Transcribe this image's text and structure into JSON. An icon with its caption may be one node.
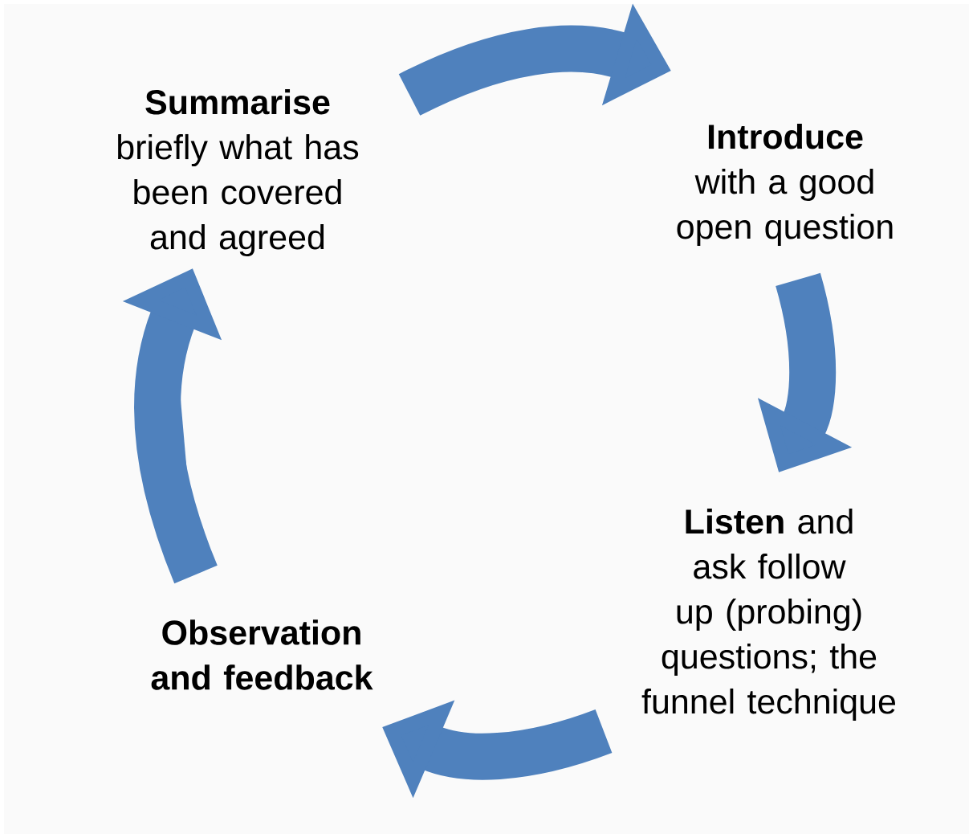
{
  "diagram": {
    "nodes": [
      {
        "text": [
          "Summarise",
          "briefly what has been covered and agreed"
        ]
      },
      {
        "text": [
          "**Introduce** with a good open question"
        ]
      },
      {
        "text": [
          "**Listen** and ask follow up (probing) questions; the funnel technique"
        ]
      },
      {
        "text": [
          "**Observation and feedback**"
        ]
      }
    ],
    "edges": [
      {
        "from": 0,
        "to": 1,
        "arrow": "to"
      },
      {
        "from": 1,
        "to": 2,
        "arrow": "to"
      },
      {
        "from": 2,
        "to": 3,
        "arrow": "to"
      },
      {
        "from": 3,
        "to": 0,
        "arrow": "to"
      }
    ]
  }
}
